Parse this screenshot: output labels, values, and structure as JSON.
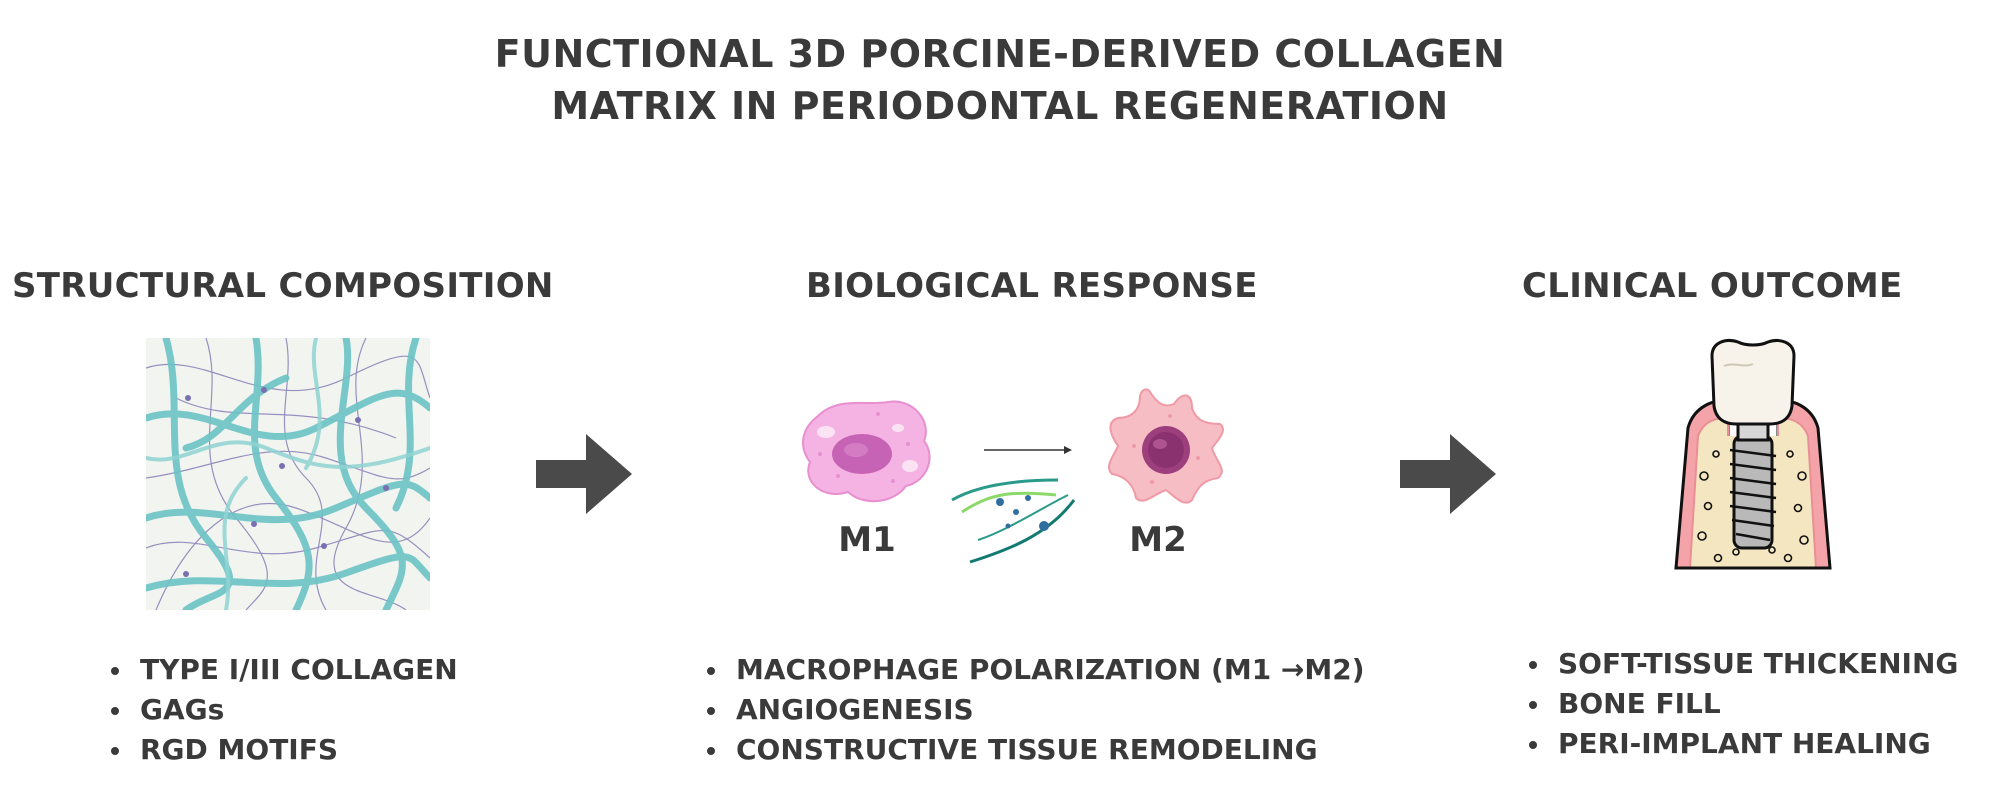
{
  "title": {
    "line1": "FUNCTIONAL 3D PORCINE-DERIVED COLLAGEN",
    "line2": "MATRIX IN PERIODONTAL REGENERATION"
  },
  "columns": [
    {
      "heading": "STRUCTURAL COMPOSITION",
      "illustration": "collagen-fiber-mesh",
      "bullets": [
        "TYPE I/III COLLAGEN",
        "GAGs",
        "RGD MOTIFS"
      ]
    },
    {
      "heading": "BIOLOGICAL RESPONSE",
      "illustration": "macrophage-polarization",
      "cell_labels": [
        "M1",
        "M2"
      ],
      "bullets": [
        "MACROPHAGE POLARIZATION (M1 →M2)",
        "ANGIOGENESIS",
        "CONSTRUCTIVE TISSUE REMODELING"
      ]
    },
    {
      "heading": "CLINICAL OUTCOME",
      "illustration": "dental-implant-in-bone",
      "bullets": [
        "SOFT-TISSUE THICKENING",
        "BONE FILL",
        "PERI-IMPLANT HEALING"
      ]
    }
  ],
  "arrows": [
    "right-arrow-icon",
    "right-arrow-icon"
  ],
  "colors": {
    "text": "#3a3a3a",
    "arrow": "#4a4a4a",
    "collagen_fiber": "#6cc4c6",
    "m1_cell": "#f2a6dc",
    "m2_cell": "#f4b8bd",
    "gingiva": "#f4a3a8",
    "bone": "#f4e6c0"
  }
}
